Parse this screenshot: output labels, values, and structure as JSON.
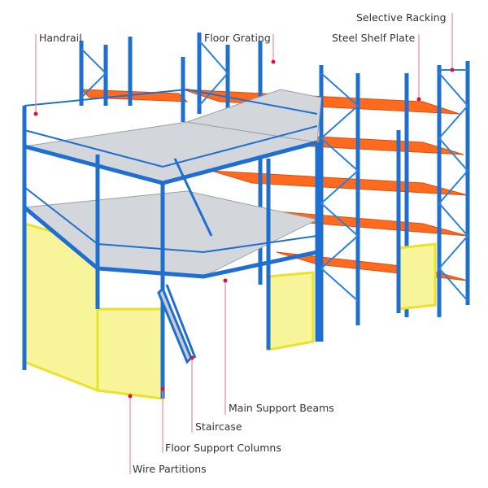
{
  "labels": {
    "handrail": "Handrail",
    "floor_grating": "Floor Grating",
    "selective_racking": "Selective Racking",
    "steel_shelf_plate": "Steel Shelf Plate",
    "main_support_beams": "Main Support Beams",
    "staircase": "Staircase",
    "floor_support_columns": "Floor Support Columns",
    "wire_partitions": "Wire Partitions"
  },
  "colors": {
    "upright": "#1f6fd1",
    "shelf": "#ff6a1f",
    "grating": "#c8ccd2",
    "mesh": "#f5f07a",
    "leader": "#e58aa0",
    "dot": "#e0102f"
  }
}
